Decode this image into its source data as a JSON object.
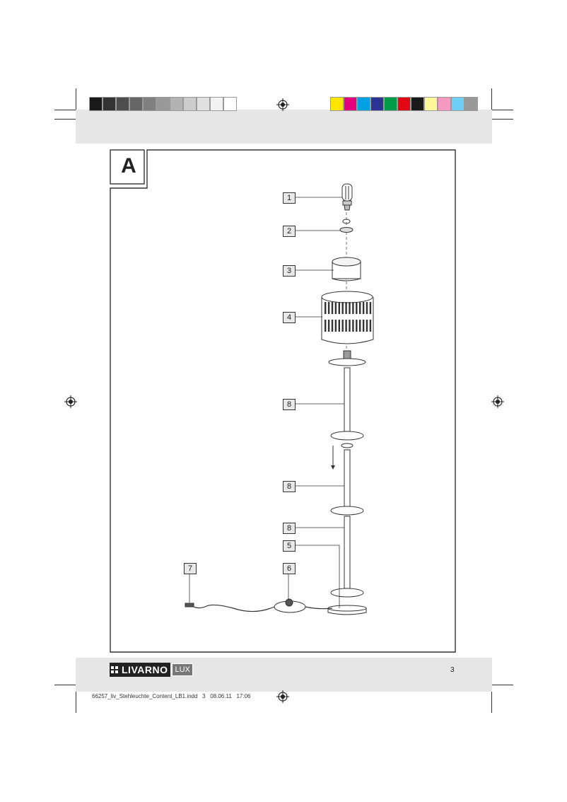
{
  "print_marks": {
    "grey_swatches": [
      "#1a1a1a",
      "#333333",
      "#4d4d4d",
      "#666666",
      "#808080",
      "#999999",
      "#b3b3b3",
      "#cccccc",
      "#e0e0e0",
      "#f2f2f2",
      "#ffffff"
    ],
    "color_swatches": [
      "#ffe600",
      "#e5007e",
      "#00a0e3",
      "#2c3593",
      "#009b48",
      "#e30613",
      "#1a1a1a",
      "#fff799",
      "#f49ac1",
      "#6dcff6",
      "#999999"
    ]
  },
  "figure": {
    "label": "A",
    "callouts": [
      "1",
      "2",
      "3",
      "4",
      "8",
      "8",
      "8",
      "5",
      "7",
      "6"
    ]
  },
  "footer": {
    "logo_main": "LIVARNO",
    "logo_lux": "LUX",
    "page_number": "3",
    "slug": "66257_liv_Stehleuchte_Content_LB1.indd   3   08.06.11   17:06"
  }
}
